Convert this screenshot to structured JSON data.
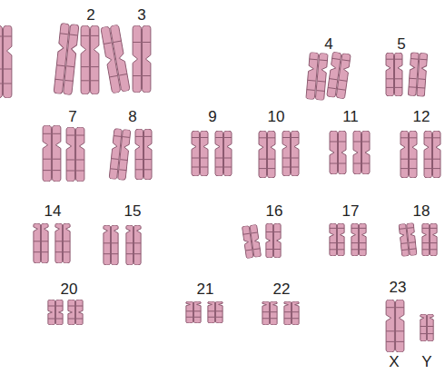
{
  "diagram": {
    "labels": [
      "2",
      "3",
      "4",
      "5",
      "7",
      "8",
      "9",
      "10",
      "11",
      "12",
      "14",
      "15",
      "16",
      "17",
      "18",
      "20",
      "21",
      "22",
      "23",
      "X",
      "Y"
    ]
  }
}
